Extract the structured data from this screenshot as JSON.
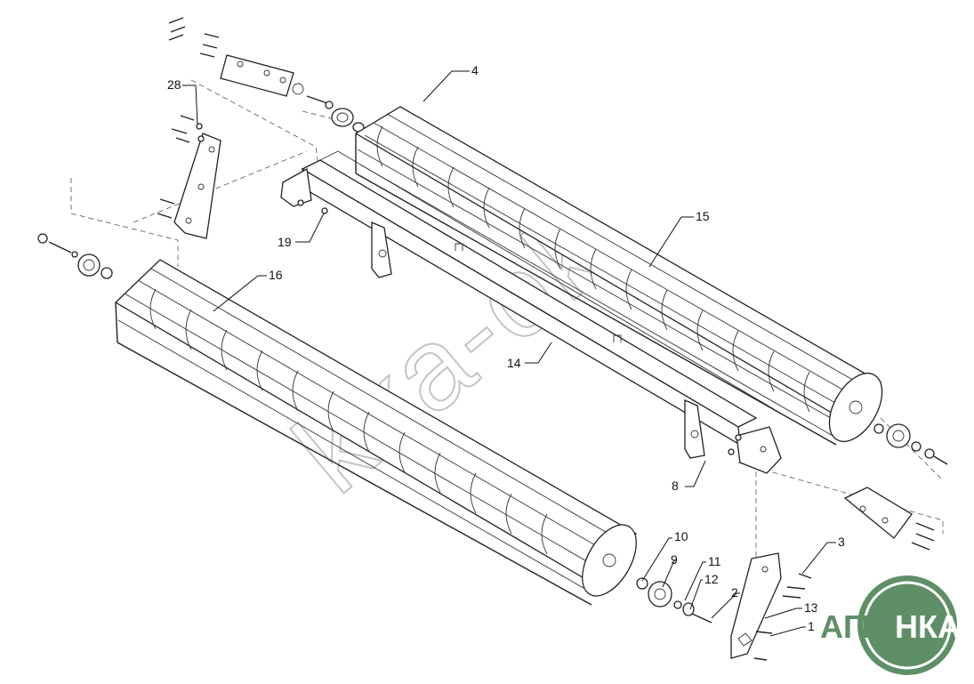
{
  "callouts": [
    {
      "id": "c4",
      "label": "4"
    },
    {
      "id": "c28",
      "label": "28"
    },
    {
      "id": "c15",
      "label": "15"
    },
    {
      "id": "c19",
      "label": "19"
    },
    {
      "id": "c16",
      "label": "16"
    },
    {
      "id": "c14",
      "label": "14"
    },
    {
      "id": "c8",
      "label": "8"
    },
    {
      "id": "c10",
      "label": "10"
    },
    {
      "id": "c9",
      "label": "9"
    },
    {
      "id": "c11",
      "label": "11"
    },
    {
      "id": "c12",
      "label": "12"
    },
    {
      "id": "c2",
      "label": "2"
    },
    {
      "id": "c3",
      "label": "3"
    },
    {
      "id": "c13",
      "label": "13"
    },
    {
      "id": "c1",
      "label": "1"
    }
  ],
  "watermark": "kka-ok",
  "logo": {
    "left": "АГРО",
    "right": "НКА"
  },
  "colors": {
    "logo_green": "#5f8f66",
    "line": "#222222",
    "watermark": "#bdbdbd"
  }
}
